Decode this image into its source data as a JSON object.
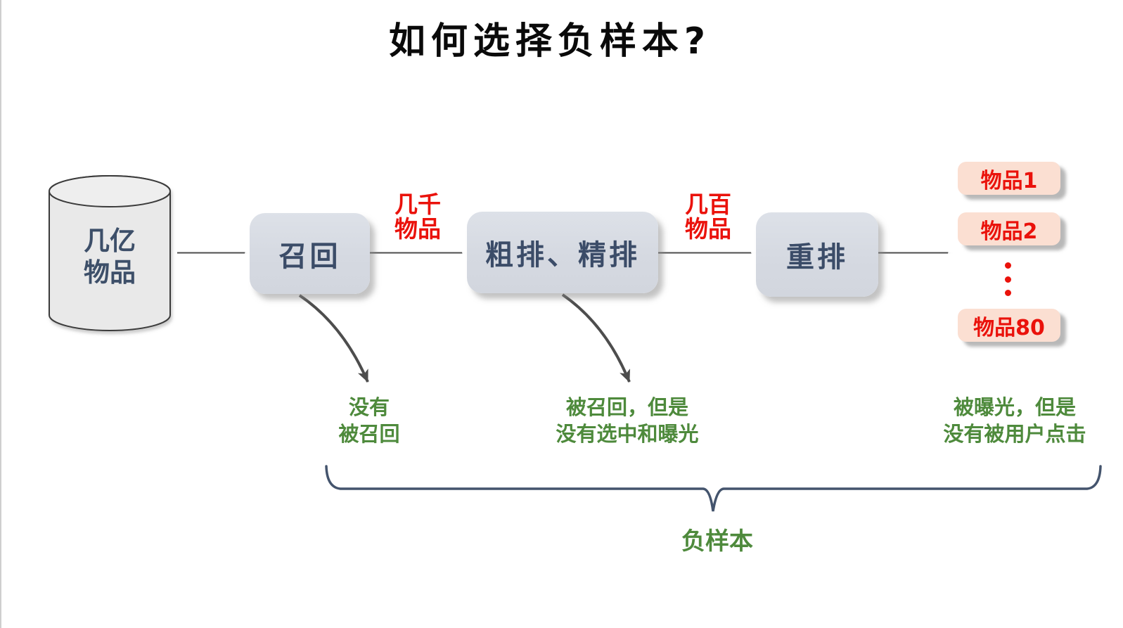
{
  "title": "如何选择负样本?",
  "source": {
    "lines": [
      "几亿",
      "物品"
    ]
  },
  "stages": [
    {
      "label": "召回"
    },
    {
      "label": "粗排、精排"
    },
    {
      "label": "重排"
    }
  ],
  "edge_labels": [
    {
      "lines": [
        "几千",
        "物品"
      ]
    },
    {
      "lines": [
        "几百",
        "物品"
      ]
    }
  ],
  "results": {
    "items": [
      "物品1",
      "物品2",
      "物品80"
    ],
    "ellipsis_icon": "vertical-ellipsis"
  },
  "annotations": [
    {
      "lines": [
        "没有",
        "被召回"
      ]
    },
    {
      "lines": [
        "被召回，但是",
        "没有选中和曝光"
      ]
    },
    {
      "lines": [
        "被曝光，但是",
        "没有被用户点击"
      ]
    }
  ],
  "brace_label": "负样本",
  "colors": {
    "title_text": "#0a0a0a",
    "stage_fill": "#d6dae1",
    "stage_text": "#3b4c68",
    "cylinder_fill": "#e9e9e9",
    "cylinder_text": "#3d4f69",
    "count_red": "#ea120b",
    "item_fill": "#fbdfd2",
    "item_text": "#ea120b",
    "annotation_green": "#4e8a3c",
    "arrow_gray": "#4d4d4d",
    "brace_blue": "#44546d"
  }
}
